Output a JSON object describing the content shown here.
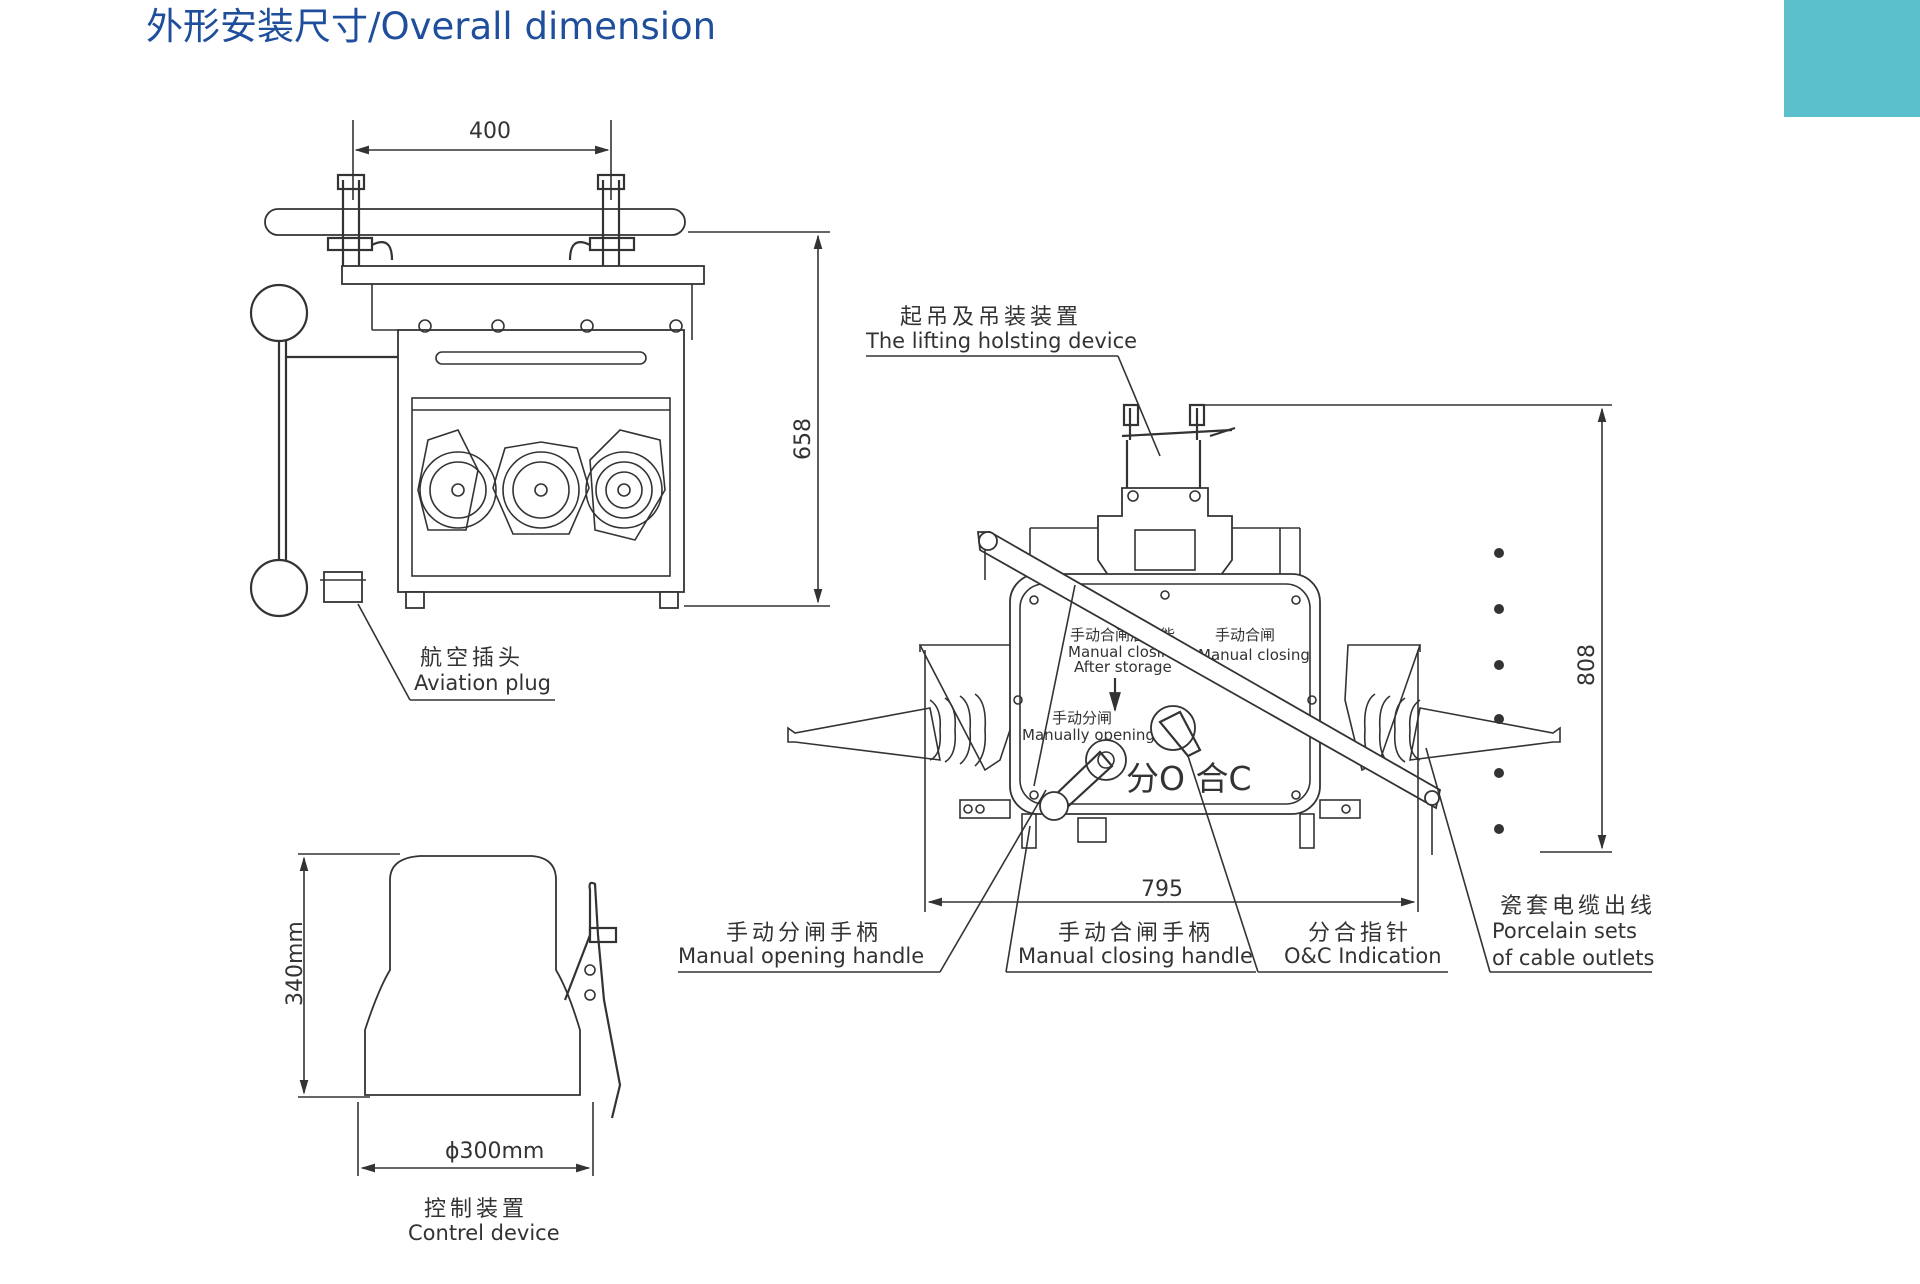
{
  "header": {
    "title": "外形安装尺寸/Overall dimension"
  },
  "colors": {
    "title": "#1f4f9c",
    "accent": "#5bbfcc",
    "line": "#333333"
  },
  "dimensions": {
    "width_top": "400",
    "height_side": "658",
    "height_front": "808",
    "width_front": "795",
    "control_height": "340mm",
    "control_diameter": "ϕ300mm"
  },
  "panel": {
    "manual_closing_after_storage_cn": "手动合闸后储能",
    "manual_closing_after_storage_en1": "Manual closing",
    "manual_closing_after_storage_en2": "After storage",
    "manual_closing_cn": "手动合闸",
    "manual_closing_en": "Manual closing",
    "manual_opening_cn": "手动分闸",
    "manual_opening_en": "Manually opening",
    "indicator": "分O 合C"
  },
  "labels": {
    "lifting_cn": "起吊及吊装装置",
    "lifting_en": "The lifting holsting device",
    "aviation_cn": "航空插头",
    "aviation_en": "Aviation plug",
    "opening_handle_cn": "手动分闸手柄",
    "opening_handle_en": "Manual opening handle",
    "closing_handle_cn": "手动合闸手柄",
    "closing_handle_en": "Manual closing handle",
    "oc_cn": "分合指针",
    "oc_en": "O&C Indication",
    "porcelain_cn": "瓷套电缆出线",
    "porcelain_en1": "Porcelain sets",
    "porcelain_en2": "of cable outlets",
    "control_cn": "控制装置",
    "control_en": "Contrel device"
  }
}
